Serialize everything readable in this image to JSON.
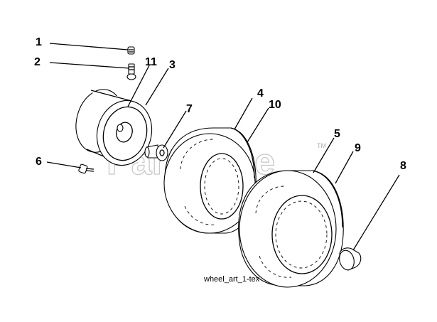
{
  "diagram": {
    "callouts": [
      {
        "id": "1",
        "label": "1"
      },
      {
        "id": "2",
        "label": "2"
      },
      {
        "id": "11",
        "label": "11"
      },
      {
        "id": "3",
        "label": "3"
      },
      {
        "id": "7",
        "label": "7"
      },
      {
        "id": "4",
        "label": "4"
      },
      {
        "id": "10",
        "label": "10"
      },
      {
        "id": "6",
        "label": "6"
      },
      {
        "id": "5",
        "label": "5"
      },
      {
        "id": "9",
        "label": "9"
      },
      {
        "id": "8",
        "label": "8"
      }
    ],
    "caption": "wheel_art_1-tex",
    "watermark": "PartsTree",
    "watermark_tm": "TM",
    "colors": {
      "ink": "#000000",
      "watermark": "#c8c8c8",
      "background": "#ffffff"
    }
  }
}
